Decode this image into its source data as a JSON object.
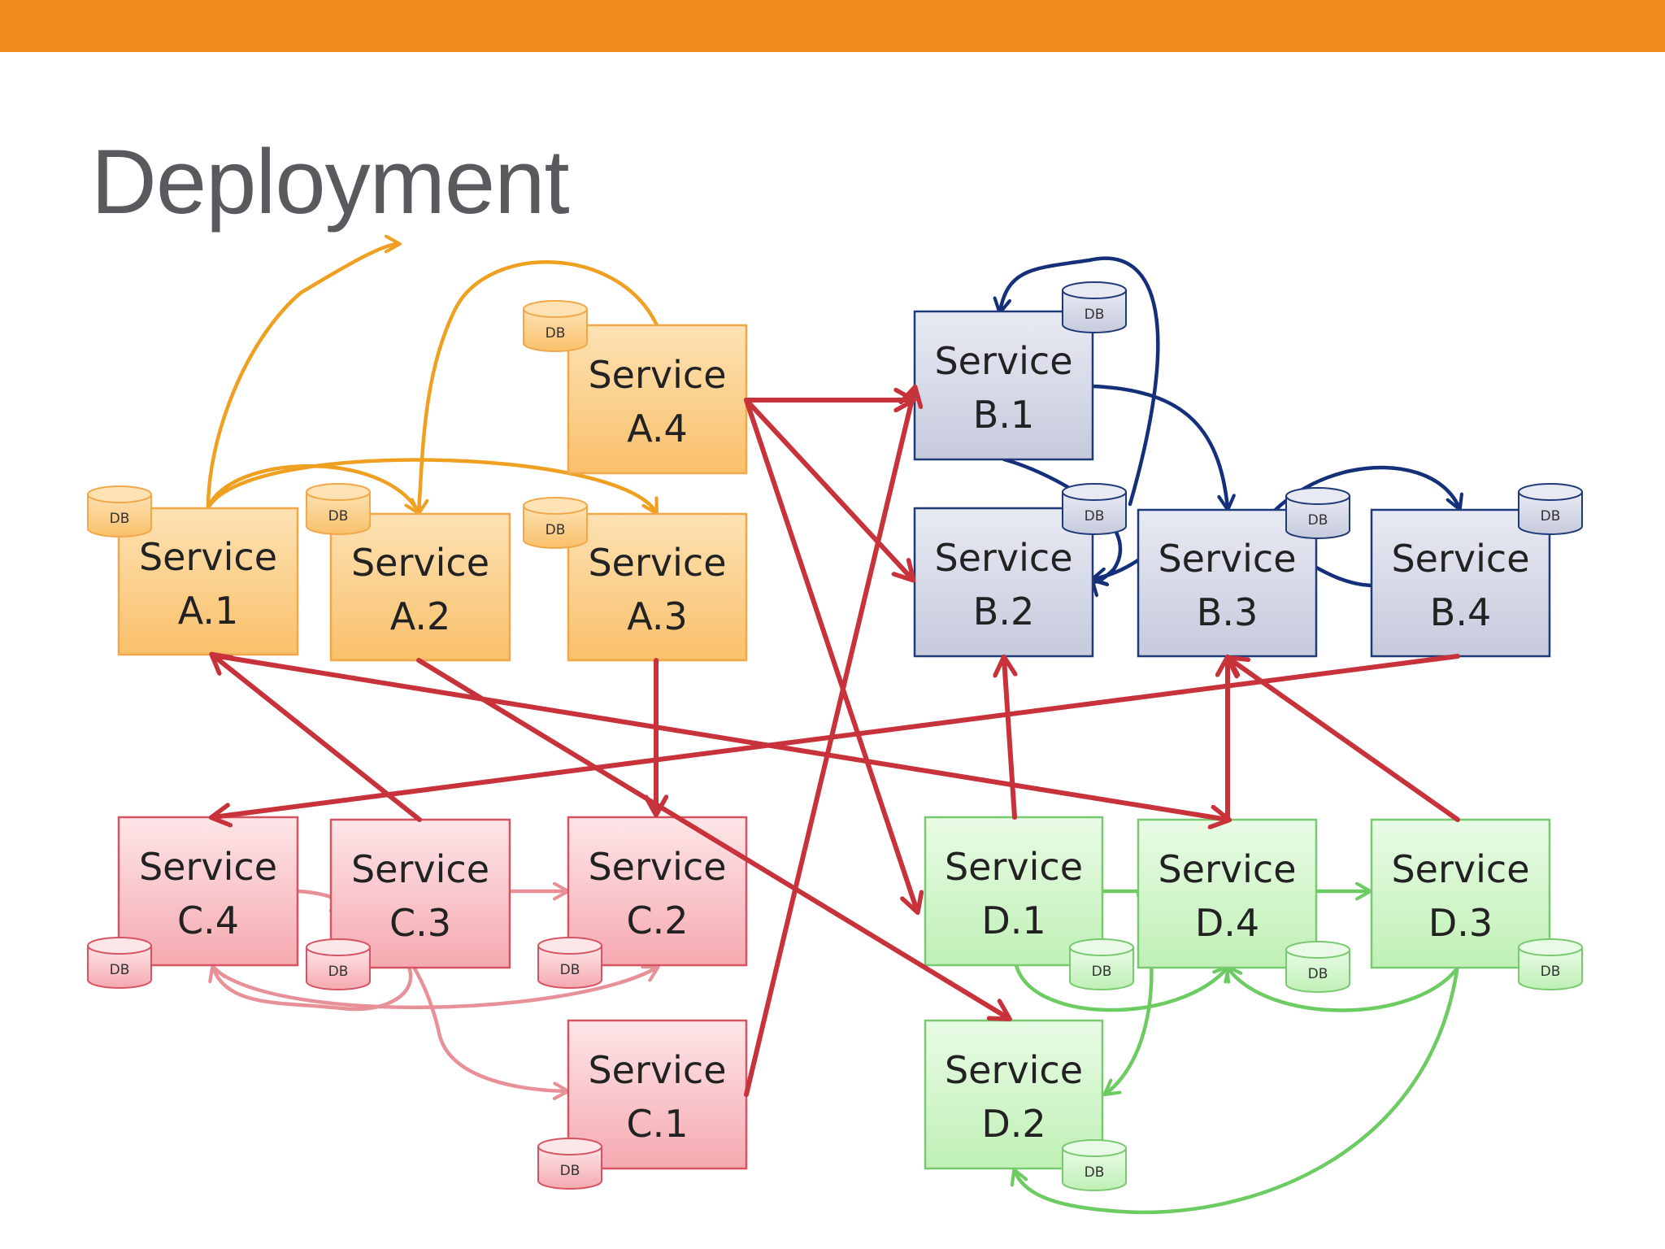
{
  "slide": {
    "title": "Deployment"
  },
  "colors": {
    "top_bar": "#f08a1c",
    "title_text": "#5a5a5e",
    "connection_red": "#c8323a",
    "group_a": {
      "fill_top": "#fde2b4",
      "fill_bottom": "#f9c06a",
      "stroke": "#f0a84a",
      "edge": "#f0a020"
    },
    "group_b": {
      "fill_top": "#e8eaf3",
      "fill_bottom": "#c6cadc",
      "stroke": "#1f3a78",
      "edge": "#14307a"
    },
    "group_c": {
      "fill_top": "#fde6e8",
      "fill_bottom": "#f5a9b0",
      "stroke": "#d65462",
      "edge": "#e89098"
    },
    "group_d": {
      "fill_top": "#e9fbe6",
      "fill_bottom": "#bff0b5",
      "stroke": "#79c970",
      "edge": "#6ccc62"
    }
  },
  "db_label": "DB",
  "services": [
    {
      "id": "A1",
      "group": "a",
      "line1": "Service",
      "line2": "A.1"
    },
    {
      "id": "A2",
      "group": "a",
      "line1": "Service",
      "line2": "A.2"
    },
    {
      "id": "A3",
      "group": "a",
      "line1": "Service",
      "line2": "A.3"
    },
    {
      "id": "A4",
      "group": "a",
      "line1": "Service",
      "line2": "A.4"
    },
    {
      "id": "B1",
      "group": "b",
      "line1": "Service",
      "line2": "B.1"
    },
    {
      "id": "B2",
      "group": "b",
      "line1": "Service",
      "line2": "B.2"
    },
    {
      "id": "B3",
      "group": "b",
      "line1": "Service",
      "line2": "B.3"
    },
    {
      "id": "B4",
      "group": "b",
      "line1": "Service",
      "line2": "B.4"
    },
    {
      "id": "C1",
      "group": "c",
      "line1": "Service",
      "line2": "C.1"
    },
    {
      "id": "C2",
      "group": "c",
      "line1": "Service",
      "line2": "C.2"
    },
    {
      "id": "C3",
      "group": "c",
      "line1": "Service",
      "line2": "C.3"
    },
    {
      "id": "C4",
      "group": "c",
      "line1": "Service",
      "line2": "C.4"
    },
    {
      "id": "D1",
      "group": "d",
      "line1": "Service",
      "line2": "D.1"
    },
    {
      "id": "D2",
      "group": "d",
      "line1": "Service",
      "line2": "D.2"
    },
    {
      "id": "D3",
      "group": "d",
      "line1": "Service",
      "line2": "D.3"
    },
    {
      "id": "D4",
      "group": "d",
      "line1": "Service",
      "line2": "D.4"
    }
  ],
  "connections": [
    {
      "from": "A4",
      "to": "B1",
      "kind": "cross"
    },
    {
      "from": "A4",
      "to": "B2",
      "kind": "cross"
    },
    {
      "from": "A4",
      "to": "D1",
      "kind": "cross"
    },
    {
      "from": "A3",
      "to": "C2",
      "kind": "cross"
    },
    {
      "from": "A2",
      "to": "D2",
      "kind": "cross"
    },
    {
      "from": "C3",
      "to": "A1",
      "kind": "cross"
    },
    {
      "from": "A1",
      "to": "D4",
      "kind": "cross"
    },
    {
      "from": "B4",
      "to": "C4",
      "kind": "cross"
    },
    {
      "from": "C1",
      "to": "B1",
      "kind": "cross"
    },
    {
      "from": "D1",
      "to": "B2",
      "kind": "cross"
    },
    {
      "from": "D4",
      "to": "B3",
      "kind": "cross"
    },
    {
      "from": "D3",
      "to": "B3",
      "kind": "cross"
    },
    {
      "from": "A1",
      "to": "A4",
      "kind": "internal"
    },
    {
      "from": "A1",
      "to": "A2",
      "kind": "internal"
    },
    {
      "from": "A1",
      "to": "A3",
      "kind": "internal"
    },
    {
      "from": "A4",
      "to": "A2",
      "kind": "internal"
    },
    {
      "from": "B1",
      "to": "B1",
      "kind": "internal"
    },
    {
      "from": "B1",
      "to": "B3",
      "kind": "internal"
    },
    {
      "from": "B1",
      "to": "B2",
      "kind": "internal"
    },
    {
      "from": "B3",
      "to": "B4",
      "kind": "internal"
    },
    {
      "from": "B4",
      "to": "B2",
      "kind": "internal"
    },
    {
      "from": "C3",
      "to": "C2",
      "kind": "internal"
    },
    {
      "from": "C4",
      "to": "C1",
      "kind": "internal"
    },
    {
      "from": "C3",
      "to": "C4",
      "kind": "internal"
    },
    {
      "from": "C4",
      "to": "C2",
      "kind": "internal"
    },
    {
      "from": "D1",
      "to": "D3",
      "kind": "internal"
    },
    {
      "from": "D1",
      "to": "D4",
      "kind": "internal"
    },
    {
      "from": "D4",
      "to": "D2",
      "kind": "internal"
    },
    {
      "from": "D3",
      "to": "D4",
      "kind": "internal"
    },
    {
      "from": "D3",
      "to": "D2",
      "kind": "internal"
    }
  ]
}
